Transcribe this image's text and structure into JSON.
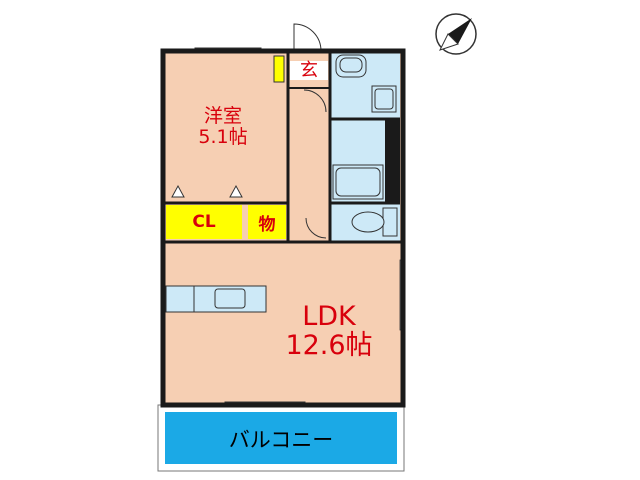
{
  "rooms": {
    "western_room": {
      "name": "洋室",
      "size": "5.1帖"
    },
    "ldk": {
      "name": "LDK",
      "size": "12.6帖"
    },
    "closet": {
      "name": "CL"
    },
    "storage": {
      "name": "物"
    },
    "entrance": {
      "name": "玄"
    },
    "balcony": {
      "name": "バルコニー"
    }
  },
  "colors": {
    "floor": "#f6cfb3",
    "wet_area": "#cde9f7",
    "label_text": "#d8000c",
    "label_bg": "#ffff00",
    "balcony": "#1ba9e6",
    "wall": "#1a1a1a"
  },
  "icons": [
    "compass-icon",
    "toilet-icon",
    "sink-icon",
    "bathtub-icon",
    "kitchen-sink-icon",
    "door-swing-icon"
  ]
}
